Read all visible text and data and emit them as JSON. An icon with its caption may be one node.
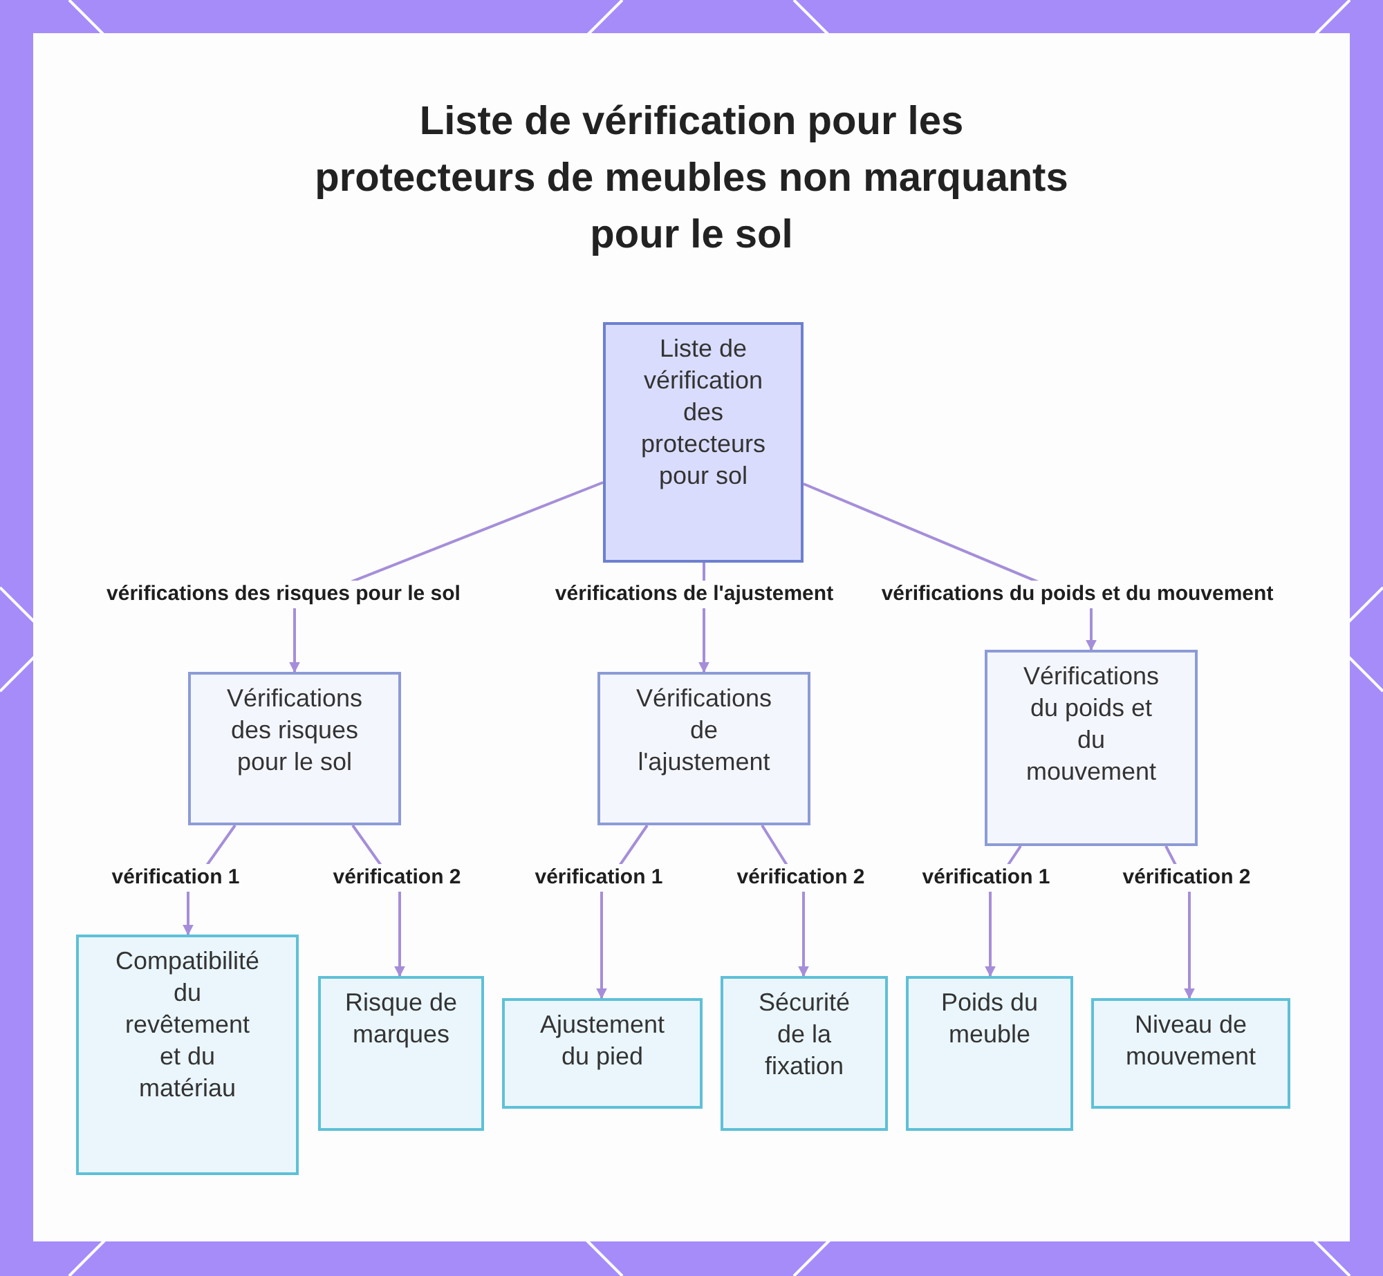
{
  "diagram": {
    "title": "Liste de vérification pour les protecteurs de meubles non marquants pour le sol",
    "nodes": [
      {
        "text": [
          "Liste de vérification des protecteurs pour sol"
        ]
      },
      {
        "text": [
          "Vérifications des risques pour le sol"
        ]
      },
      {
        "text": [
          "Vérifications de l'ajustement"
        ]
      },
      {
        "text": [
          "Vérifications du poids et du mouvement"
        ]
      },
      {
        "text": [
          "Compatibilité du revêtement et du matériau"
        ]
      },
      {
        "text": [
          "Risque de marques"
        ]
      },
      {
        "text": [
          "Ajustement du pied"
        ]
      },
      {
        "text": [
          "Sécurité de la fixation"
        ]
      },
      {
        "text": [
          "Poids du meuble"
        ]
      },
      {
        "text": [
          "Niveau de mouvement"
        ]
      }
    ],
    "edges": [
      {
        "from": 0,
        "to": 1,
        "arrow": "to",
        "label": "vérifications des risques pour le sol"
      },
      {
        "from": 0,
        "to": 2,
        "arrow": "to",
        "label": "vérifications de l'ajustement"
      },
      {
        "from": 0,
        "to": 3,
        "arrow": "to",
        "label": "vérifications du poids et du mouvement"
      },
      {
        "from": 1,
        "to": 4,
        "arrow": "to",
        "label": "vérification 1"
      },
      {
        "from": 1,
        "to": 5,
        "arrow": "to",
        "label": "vérification 2"
      },
      {
        "from": 2,
        "to": 6,
        "arrow": "to",
        "label": "vérification 1"
      },
      {
        "from": 2,
        "to": 7,
        "arrow": "to",
        "label": "vérification 2"
      },
      {
        "from": 3,
        "to": 8,
        "arrow": "to",
        "label": "vérification 1"
      },
      {
        "from": 3,
        "to": 9,
        "arrow": "to",
        "label": "vérification 2"
      }
    ]
  }
}
